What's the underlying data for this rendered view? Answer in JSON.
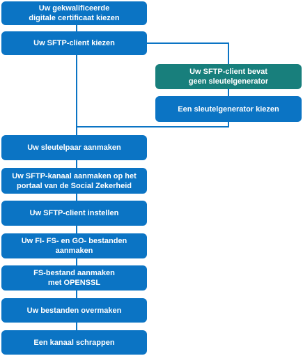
{
  "steps": {
    "certificate": "Uw gekwalificeerde\ndigitale certificaat kiezen",
    "sftp_client": "Uw SFTP-client kiezen",
    "no_keygen": "Uw SFTP-client bevat\ngeen sleutelgenerator",
    "choose_keygen": "Een sleutelgenerator kiezen",
    "keypair": "Uw sleutelpaar aanmaken",
    "channel": "Uw SFTP-kanaal aanmaken op het\nportaal van de Social Zekerheid",
    "configure_client": "Uw SFTP-client instellen",
    "create_files": "Uw FI- FS- en GO- bestanden\naanmaken",
    "fs_openssl": "FS-bestand aanmaken\nmet OPENSSL",
    "transfer": "Uw bestanden overmaken",
    "delete_channel": "Een kanaal schrappen"
  },
  "colors": {
    "primary": "#0b74c4",
    "condition": "#187f7c"
  }
}
